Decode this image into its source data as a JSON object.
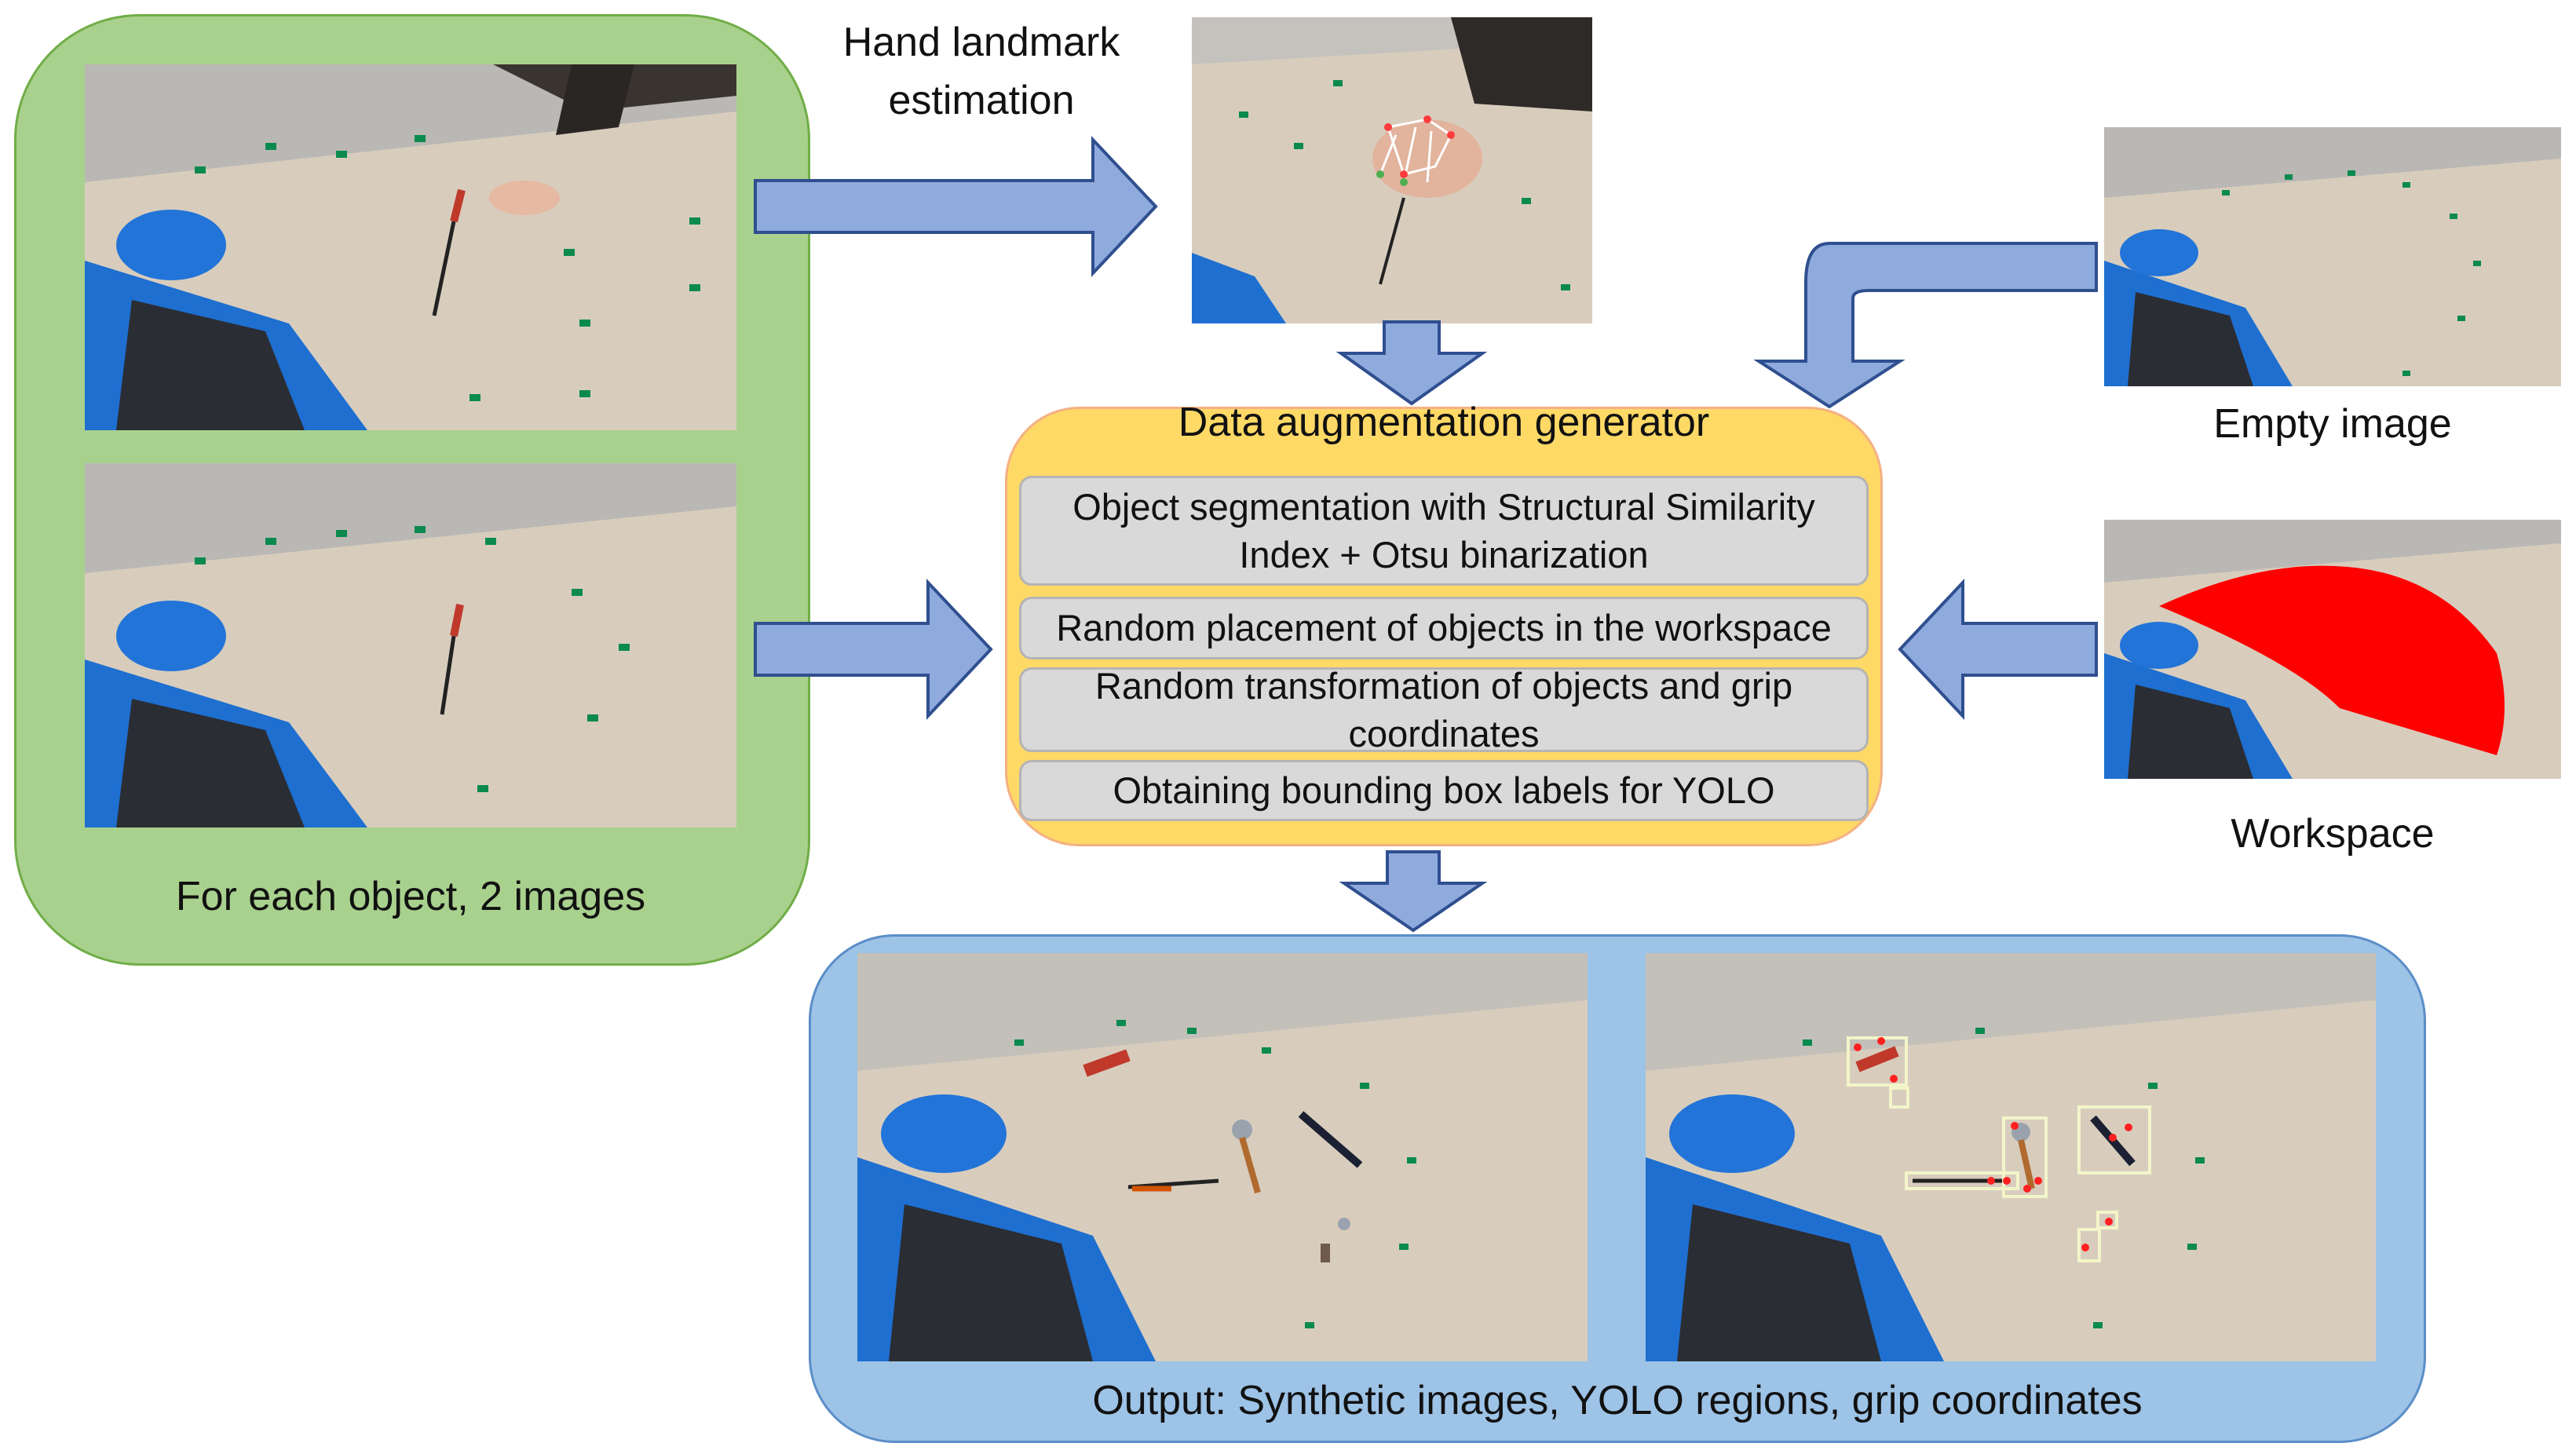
{
  "left_panel": {
    "caption": "For each object, 2 images"
  },
  "hand_landmark": {
    "caption_line1": "Hand landmark",
    "caption_line2": "estimation"
  },
  "generator": {
    "title": "Data augmentation generator",
    "steps": [
      "Object segmentation with Structural Similarity Index + Otsu binarization",
      "Random placement of objects in the workspace",
      "Random transformation of objects and grip coordinates",
      "Obtaining bounding box labels for YOLO"
    ]
  },
  "empty_image": {
    "caption": "Empty image"
  },
  "workspace": {
    "caption": "Workspace"
  },
  "output": {
    "caption": "Output: Synthetic images, YOLO regions, grip coordinates"
  },
  "colors": {
    "green_panel": "#a9d18e",
    "blue_panel": "#9dc3e6",
    "generator_panel": "#ffd966",
    "step_box": "#d9d9d9",
    "arrow_fill": "#8faadc",
    "arrow_stroke": "#2f4f8f",
    "workspace_region": "#ff0000"
  }
}
